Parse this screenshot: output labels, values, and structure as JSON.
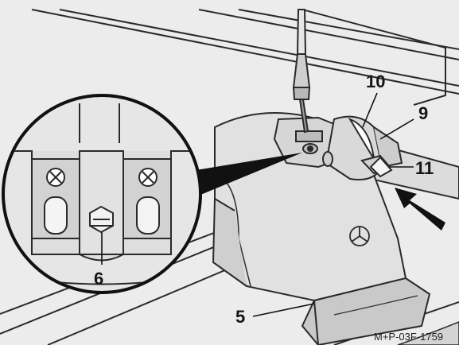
{
  "diagram": {
    "callouts": {
      "part_5": "5",
      "part_6": "6",
      "part_9": "9",
      "part_10": "10",
      "part_11": "11"
    },
    "figure_code": "M+P-03F-1759",
    "colors": {
      "paper": "#ececec",
      "line": "#2a2a2a",
      "shade_light": "#dcdcdc",
      "shade_mid": "#c9c9c9",
      "shade_dark": "#a8a8a8",
      "arrow": "#111111"
    },
    "icons": {
      "screwdriver": "screwdriver-icon",
      "key": "key-icon",
      "star_emblem": "mercedes-star-icon",
      "screw_cross": "phillips-screw-icon",
      "hex_bolt": "hex-bolt-icon",
      "press_arrow": "push-direction-arrow-icon"
    }
  }
}
